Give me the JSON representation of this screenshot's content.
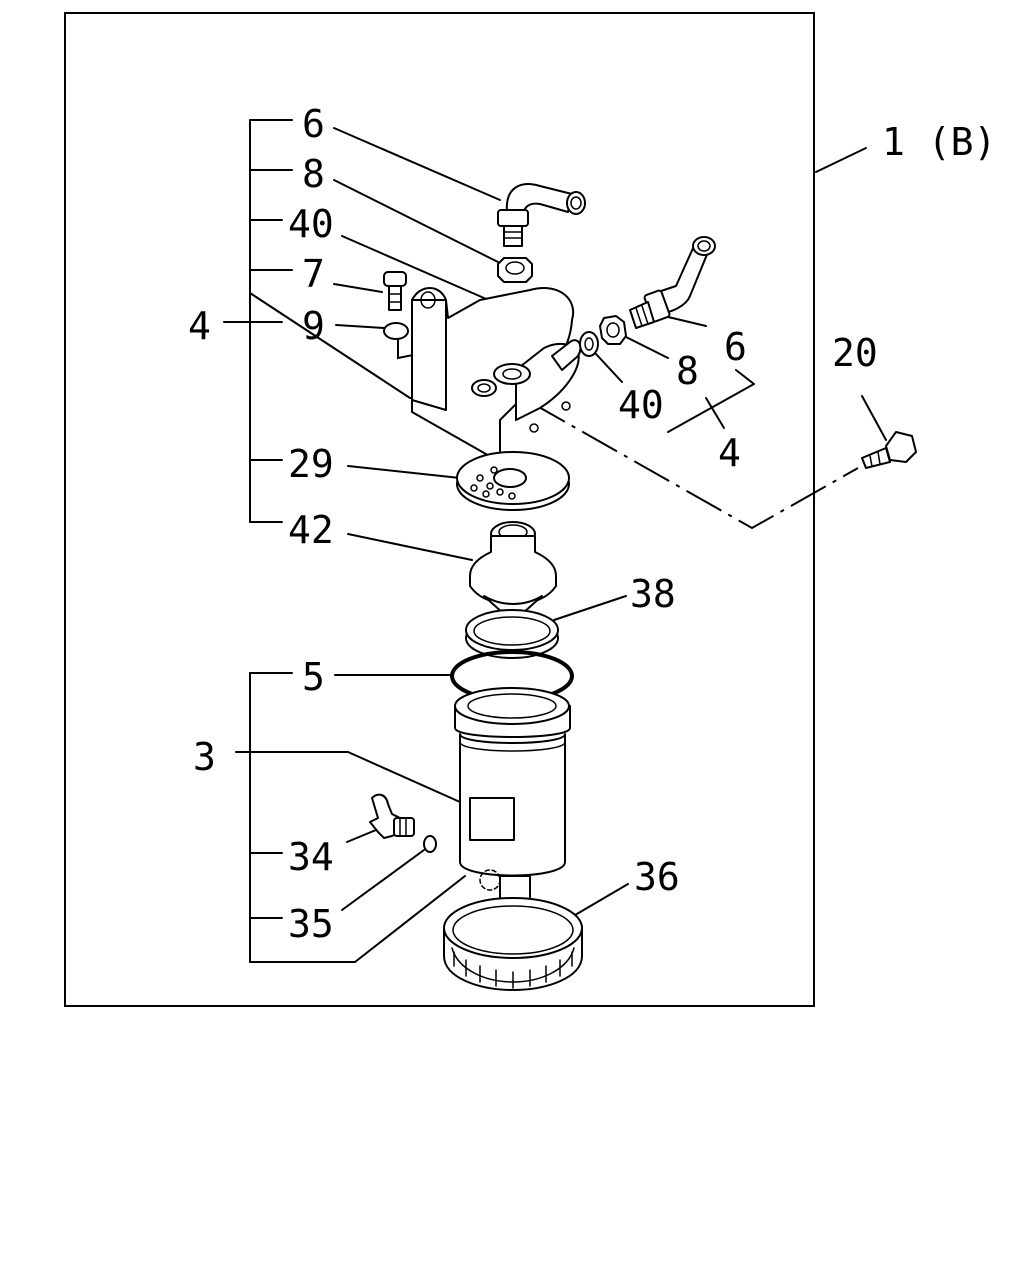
{
  "diagram": {
    "labels": {
      "assembly": "1 (B)",
      "p6_top": "6",
      "p8_top": "8",
      "p40_top": "40",
      "p7": "7",
      "p4_left": "4",
      "p9": "9",
      "p29": "29",
      "p42": "42",
      "p38": "38",
      "p5": "5",
      "p3": "3",
      "p34": "34",
      "p35": "35",
      "p36": "36",
      "p20": "20",
      "p6_right": "6",
      "p8_right": "8",
      "p40_right": "40",
      "p4_right": "4"
    }
  }
}
